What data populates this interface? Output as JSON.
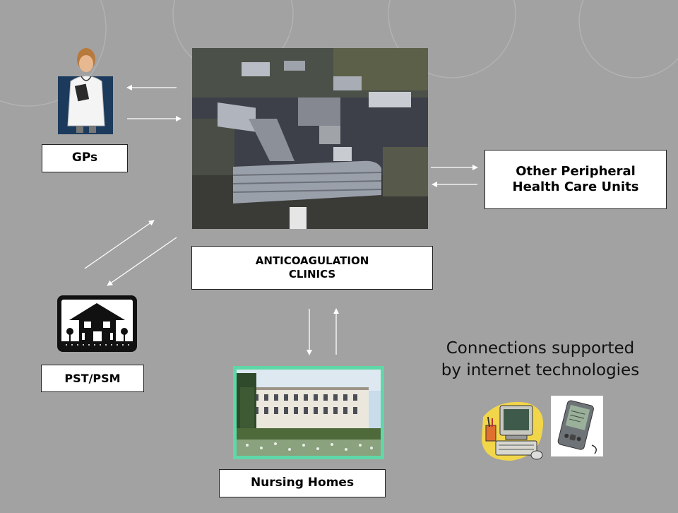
{
  "labels": {
    "gps": "GPs",
    "clinics": "ANTICOAGULATION\nCLINICS",
    "peripheral": "Other Peripheral\nHealth Care Units",
    "pst": "PST/PSM",
    "nursing": "Nursing Homes"
  },
  "note": "Connections supported\nby internet technologies",
  "images": {
    "doctor": "doctor-icon",
    "hospital": "hospital-aerial-photo",
    "house": "house-icon",
    "nursing": "nursing-home-photo",
    "computer": "computer-clipart-icon",
    "pda": "pda-icon"
  },
  "colors": {
    "background": "#a2a2a2",
    "arrow": "#ffffff",
    "box_border": "#222222",
    "nursing_frame": "#5fd8a8"
  }
}
